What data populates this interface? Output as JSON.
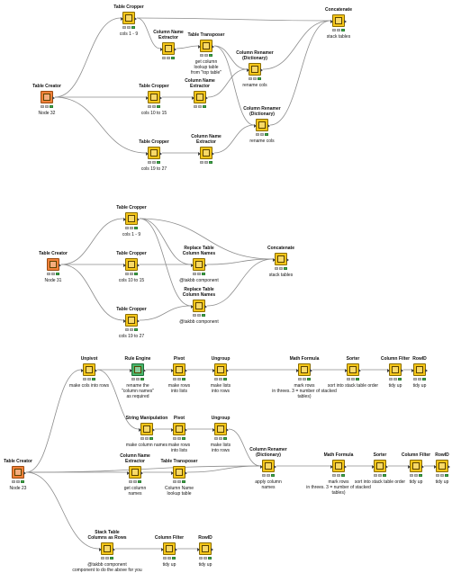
{
  "workflow": {
    "nodes": [
      {
        "id": "n1",
        "title": "Table Cropper",
        "label": "cols 1 - 9",
        "color": "yellow"
      },
      {
        "id": "n2",
        "title": "Column Name\nExtractor",
        "label": "",
        "color": "yellow"
      },
      {
        "id": "n3",
        "title": "Table Transposer",
        "label": "get column\nlookup table\nfrom \"top table\"",
        "color": "yellow"
      },
      {
        "id": "n4",
        "title": "Concatenate",
        "label": "stack tables",
        "color": "yellow"
      },
      {
        "id": "n5",
        "title": "Table Creator",
        "label": "Node 32",
        "color": "orange"
      },
      {
        "id": "n6",
        "title": "Table Cropper",
        "label": "cols 10 to 15",
        "color": "yellow"
      },
      {
        "id": "n7",
        "title": "Column Name\nExtractor",
        "label": "",
        "color": "yellow"
      },
      {
        "id": "n8",
        "title": "Column Renamer\n(Dictionary)",
        "label": "rename cols",
        "color": "yellow"
      },
      {
        "id": "n9",
        "title": "Column Renamer\n(Dictionary)",
        "label": "rename cols",
        "color": "yellow"
      },
      {
        "id": "n10",
        "title": "Table Cropper",
        "label": "cols 19 to 27",
        "color": "yellow"
      },
      {
        "id": "n11",
        "title": "Column Name\nExtractor",
        "label": "",
        "color": "yellow"
      },
      {
        "id": "m1",
        "title": "Table Cropper",
        "label": "cols 1 - 9",
        "color": "yellow"
      },
      {
        "id": "m2",
        "title": "Table Creator",
        "label": "Node 31",
        "color": "orange"
      },
      {
        "id": "m3",
        "title": "Replace Table\nColumn Names",
        "label": "@takbb component",
        "color": "yellow"
      },
      {
        "id": "m4",
        "title": "Concatenate",
        "label": "stack tables",
        "color": "yellow"
      },
      {
        "id": "m5",
        "title": "Table Cropper",
        "label": "cols 10 to 15",
        "color": "yellow"
      },
      {
        "id": "m6",
        "title": "Replace Table\nColumn Names",
        "label": "@takbb component",
        "color": "yellow"
      },
      {
        "id": "m7",
        "title": "Table Cropper",
        "label": "cols 19 to 27",
        "color": "yellow"
      },
      {
        "id": "b1",
        "title": "Unpivot",
        "label": "make cols into rows",
        "color": "yellow"
      },
      {
        "id": "b2",
        "title": "Rule Engine",
        "label": "rename the\n\"column names\"\nas required",
        "color": "green"
      },
      {
        "id": "b3",
        "title": "Pivot",
        "label": "make rows\ninto lists",
        "color": "yellow"
      },
      {
        "id": "b4",
        "title": "Ungroup",
        "label": "make lists\ninto rows",
        "color": "yellow"
      },
      {
        "id": "b5",
        "title": "Math Formula",
        "label": "mark rows\nin threes. 3 = number of stacked\ntables)",
        "color": "yellow"
      },
      {
        "id": "b6",
        "title": "Sorter",
        "label": "sort into stack table order",
        "color": "yellow"
      },
      {
        "id": "b7",
        "title": "Column Filter",
        "label": "tidy up",
        "color": "yellow"
      },
      {
        "id": "b8",
        "title": "RowID",
        "label": "tidy up",
        "color": "yellow"
      },
      {
        "id": "b9",
        "title": "String Manipulation",
        "label": "make column names",
        "color": "yellow"
      },
      {
        "id": "b10",
        "title": "Pivot",
        "label": "make rows\ninto lists",
        "color": "yellow"
      },
      {
        "id": "b11",
        "title": "Ungroup",
        "label": "make lists\ninto rows",
        "color": "yellow"
      },
      {
        "id": "b12",
        "title": "Column Renamer\n(Dictionary)",
        "label": "apply column\nnames",
        "color": "yellow"
      },
      {
        "id": "b13",
        "title": "Math Formula",
        "label": "mark rows\nin threes. 3 = number of stacked\ntables)",
        "color": "yellow"
      },
      {
        "id": "b14",
        "title": "Sorter",
        "label": "sort into stack table order",
        "color": "yellow"
      },
      {
        "id": "b15",
        "title": "Column Filter",
        "label": "tidy up",
        "color": "yellow"
      },
      {
        "id": "b16",
        "title": "RowID",
        "label": "tidy up",
        "color": "yellow"
      },
      {
        "id": "b17",
        "title": "Table Creator",
        "label": "Node 23",
        "color": "orange"
      },
      {
        "id": "b18",
        "title": "Column Name\nExtractor",
        "label": "get column\nnames",
        "color": "yellow"
      },
      {
        "id": "b19",
        "title": "Table Transposer",
        "label": "Column Name\nlookup table",
        "color": "yellow"
      },
      {
        "id": "b20",
        "title": "Stack Table\nColumns as Rows",
        "label": "@takbb component\ncomponent to do the above for you",
        "color": "yellow"
      },
      {
        "id": "b21",
        "title": "Column Filter",
        "label": "tidy up",
        "color": "yellow"
      },
      {
        "id": "b22",
        "title": "RowID",
        "label": "tidy up",
        "color": "yellow"
      }
    ],
    "edges": [
      [
        "n5",
        "n1"
      ],
      [
        "n5",
        "n6"
      ],
      [
        "n5",
        "n10"
      ],
      [
        "n1",
        "n2"
      ],
      [
        "n2",
        "n3"
      ],
      [
        "n1",
        "n4"
      ],
      [
        "n6",
        "n7"
      ],
      [
        "n3",
        "n8"
      ],
      [
        "n7",
        "n8"
      ],
      [
        "n8",
        "n4"
      ],
      [
        "n10",
        "n11"
      ],
      [
        "n3",
        "n9"
      ],
      [
        "n11",
        "n9"
      ],
      [
        "n9",
        "n4"
      ],
      [
        "m2",
        "m1"
      ],
      [
        "m2",
        "m5"
      ],
      [
        "m2",
        "m7"
      ],
      [
        "m1",
        "m4"
      ],
      [
        "m1",
        "m3"
      ],
      [
        "m1",
        "m6"
      ],
      [
        "m5",
        "m3"
      ],
      [
        "m3",
        "m4"
      ],
      [
        "m7",
        "m6"
      ],
      [
        "m6",
        "m4"
      ],
      [
        "b17",
        "b1"
      ],
      [
        "b1",
        "b2"
      ],
      [
        "b2",
        "b3"
      ],
      [
        "b3",
        "b4"
      ],
      [
        "b4",
        "b5"
      ],
      [
        "b5",
        "b6"
      ],
      [
        "b6",
        "b7"
      ],
      [
        "b7",
        "b8"
      ],
      [
        "b1",
        "b9"
      ],
      [
        "b9",
        "b10"
      ],
      [
        "b10",
        "b11"
      ],
      [
        "b11",
        "b12"
      ],
      [
        "b17",
        "b18"
      ],
      [
        "b18",
        "b19"
      ],
      [
        "b19",
        "b12"
      ],
      [
        "b17",
        "b12"
      ],
      [
        "b12",
        "b13"
      ],
      [
        "b13",
        "b14"
      ],
      [
        "b14",
        "b15"
      ],
      [
        "b15",
        "b16"
      ],
      [
        "b17",
        "b20"
      ],
      [
        "b20",
        "b21"
      ],
      [
        "b21",
        "b22"
      ]
    ]
  }
}
